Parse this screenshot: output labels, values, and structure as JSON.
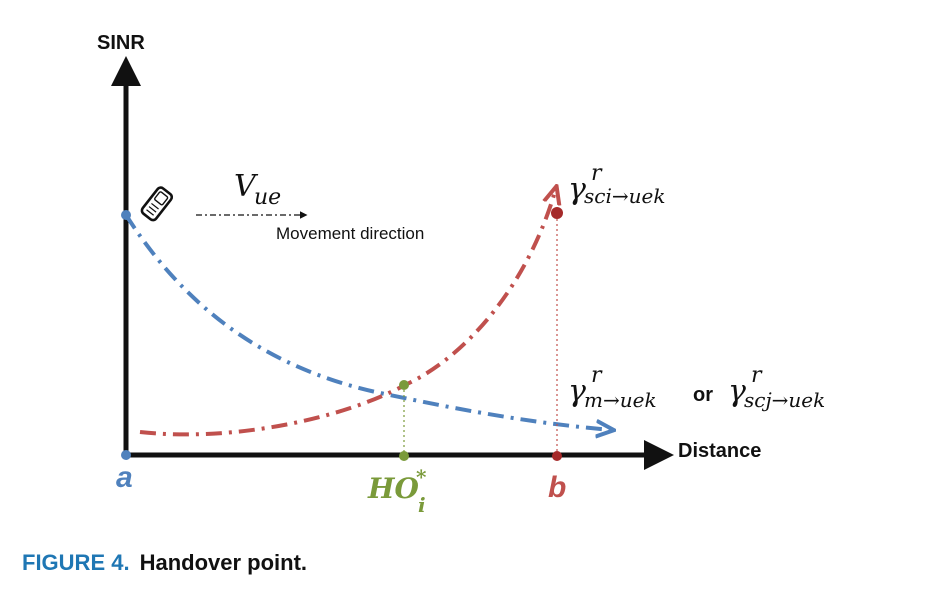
{
  "axis": {
    "y_label": "SINR",
    "x_label": "Distance"
  },
  "labels": {
    "point_a": "a",
    "point_b": "b",
    "handover": {
      "base": "HO",
      "sup": "*",
      "sub": "i"
    },
    "velocity": {
      "base": "V",
      "sub": "ue"
    },
    "movement": "Movement direction",
    "gamma_sci": {
      "base": "γ",
      "sup": "r",
      "sub": "sci→uek"
    },
    "gamma_m": {
      "base": "γ",
      "sup": "r",
      "sub": "m→uek"
    },
    "or_word": "or",
    "gamma_scj": {
      "base": "γ",
      "sup": "r",
      "sub": "scj→uek"
    }
  },
  "caption": {
    "figure": "FIGURE 4.",
    "title": "Handover point."
  },
  "colors": {
    "axis": "#111111",
    "blue_curve": "#4f81bd",
    "red_curve": "#c0504d",
    "green": "#7a9a3a",
    "caption_blue": "#1f77b4"
  },
  "icons": {
    "ue": "mobile-phone-icon"
  }
}
